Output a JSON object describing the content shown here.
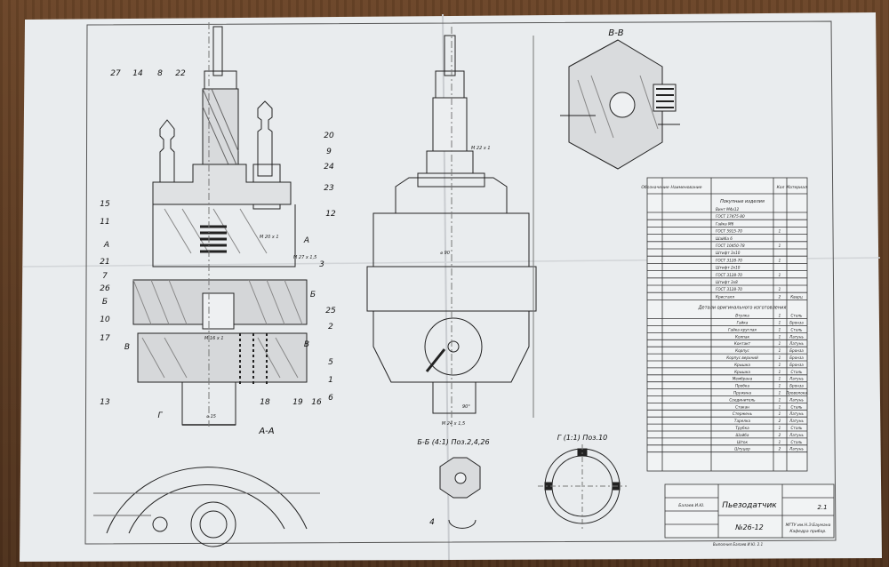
{
  "drawing": {
    "title": "Пьезодатчик",
    "number": "№26-12",
    "sheet_ref": "2.1",
    "org_line1": "МГТУ им.Н.Э.Баумана",
    "org_line2": "Кафедра прибор.",
    "stamp_bottom": "Выполнил Балаев И.Ю. 2.1",
    "designer_name": "Балаев И.Ю."
  },
  "views": {
    "section_bb_top": "В-В",
    "section_aa": "А-А",
    "section_b_b": "Б-Б (4:1) Поз.2,4,26",
    "view_g": "Г (1:1) Поз.10"
  },
  "callouts": [
    "27",
    "14",
    "8",
    "22",
    "20",
    "9",
    "24",
    "23",
    "15",
    "11",
    "12",
    "21",
    "7",
    "26",
    "3",
    "Б",
    "10",
    "17",
    "25",
    "2",
    "В",
    "5",
    "1",
    "13",
    "18",
    "19",
    "16",
    "6",
    "4",
    "А",
    "А",
    "Б",
    "В",
    "Г"
  ],
  "dims": {
    "m27": "M 27 x 1,5",
    "m20": "M 20 x 1",
    "d15": "⌀ 15",
    "d90": "⌀ 90",
    "m16": "M 16 x 1",
    "m24": "M 24 x 1,5",
    "angle": "90°",
    "thread_top": "M 22 x 1"
  },
  "table": {
    "header": [
      "Обозначение",
      "Наименование",
      "Кол",
      "Материал"
    ],
    "section_std": "Покупные изделия",
    "std_rows": [
      [
        "Винт М4х12",
        "",
        ""
      ],
      [
        "ГОСТ 17475-80",
        "",
        ""
      ],
      [
        "Гайка М6",
        "",
        ""
      ],
      [
        "ГОСТ 5915-70",
        "1",
        ""
      ],
      [
        "Шайба 6",
        "",
        ""
      ],
      [
        "ГОСТ 10450-78",
        "1",
        ""
      ],
      [
        "Штифт 3х10",
        "",
        ""
      ],
      [
        "ГОСТ 3128-70",
        "1",
        ""
      ],
      [
        "Штифт 2х10",
        "",
        ""
      ],
      [
        "ГОСТ 3128-70",
        "1",
        ""
      ],
      [
        "Штифт 3х8",
        "",
        ""
      ],
      [
        "ГОСТ 3128-70",
        "1",
        ""
      ],
      [
        "Кристалл",
        "2",
        "Кварц"
      ]
    ],
    "section_parts": "Детали оригинального изготовления",
    "part_rows": [
      [
        "Втулка",
        "1",
        "Сталь"
      ],
      [
        "Гайка",
        "1",
        "Бронза"
      ],
      [
        "Гайка круглая",
        "1",
        "Сталь"
      ],
      [
        "Колпак",
        "1",
        "Латунь"
      ],
      [
        "Контакт",
        "1",
        "Латунь"
      ],
      [
        "Корпус",
        "1",
        "Бронза"
      ],
      [
        "Корпус верхний",
        "1",
        "Бронза"
      ],
      [
        "Крышка",
        "1",
        "Бронза"
      ],
      [
        "Крышка",
        "1",
        "Сталь"
      ],
      [
        "Мембрана",
        "1",
        "Латунь"
      ],
      [
        "Пробка",
        "1",
        "Бронза"
      ],
      [
        "Пружина",
        "1",
        "Проволока"
      ],
      [
        "Соединитель",
        "1",
        "Латунь"
      ],
      [
        "Стакан",
        "1",
        "Сталь"
      ],
      [
        "Стержень",
        "1",
        "Латунь"
      ],
      [
        "Тарелка",
        "2",
        "Латунь"
      ],
      [
        "Трубка",
        "1",
        "Сталь"
      ],
      [
        "Шайба",
        "2",
        "Латунь"
      ],
      [
        "Шток",
        "1",
        "Сталь"
      ],
      [
        "Штуцер",
        "2",
        "Латунь"
      ]
    ]
  }
}
